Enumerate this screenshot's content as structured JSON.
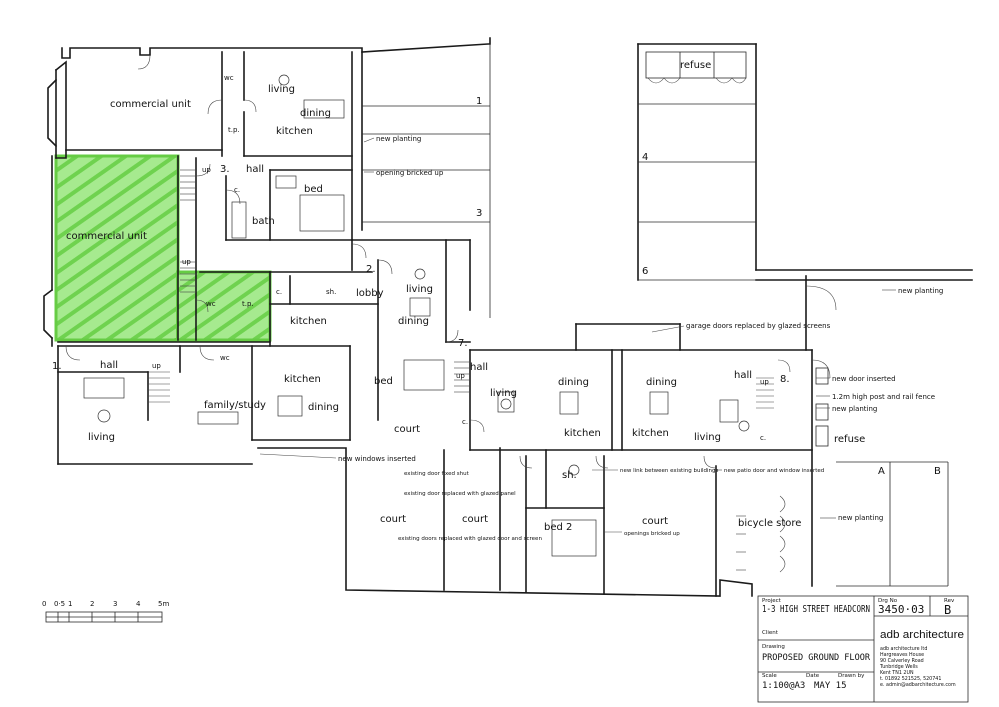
{
  "rooms": {
    "commercial_unit_1": "commercial unit",
    "commercial_unit_2": "commercial unit",
    "wc_1": "wc",
    "tp_1": "t.p.",
    "living_1": "living",
    "dining_1": "dining",
    "kitchen_1": "kitchen",
    "hall_3": "hall",
    "unit_3": "3.",
    "up_1": "up",
    "c_1": "c.",
    "bed_1": "bed",
    "bath_1": "bath",
    "up_2": "up",
    "wc_2": "wc",
    "tp_2": "t.p.",
    "c_2": "c.",
    "sh_1": "sh.",
    "lobby": "lobby",
    "unit_2": "2.",
    "kitchen_2": "kitchen",
    "living_2": "living",
    "dining_2": "dining",
    "bed_2a": "bed",
    "court_1": "court",
    "unit_1": "1.",
    "hall_1": "hall",
    "up_3": "up",
    "wc_3": "wc",
    "kitchen_3": "kitchen",
    "dining_3": "dining",
    "family_study": "family/study",
    "living_3": "living",
    "unit_7": "7.",
    "hall_7": "hall",
    "up_7": "up",
    "c_7": "c.",
    "living_7": "living",
    "dining_7": "dining",
    "kitchen_7": "kitchen",
    "dining_8": "dining",
    "kitchen_8": "kitchen",
    "living_8": "living",
    "hall_8": "hall",
    "up_8": "up",
    "unit_8": "8.",
    "c_8": "c.",
    "sh_2": "sh.",
    "bed_2": "bed 2",
    "court_2": "court",
    "court_3": "court",
    "court_4": "court",
    "bicycle_store": "bicycle store",
    "refuse_1": "refuse",
    "refuse_2": "refuse",
    "bay_1": "1",
    "bay_3": "3",
    "bay_4": "4",
    "bay_6": "6",
    "bay_a": "A",
    "bay_b": "B"
  },
  "annotations": {
    "new_planting_1": "new planting",
    "opening_bricked_up_1": "opening bricked up",
    "new_planting_2": "new planting",
    "garage_doors": "garage doors replaced by glazed screens",
    "new_door_inserted": "new door inserted",
    "post_rail_fence": "1.2m high post and rail fence",
    "new_planting_3": "new planting",
    "new_windows_inserted": "new windows inserted",
    "door_fixed_shut": "existing door fixed shut",
    "door_glazed_panel": "existing door replaced with glazed panel",
    "doors_glazed_screen": "existing doors replaced with glazed door and screen",
    "new_link": "new link between existing buildings",
    "new_patio_door": "new patio door and window inserted",
    "openings_bricked_up": "openings bricked up",
    "new_planting_4": "new planting"
  },
  "scale_bar": {
    "labels": [
      "0",
      "0·5",
      "1",
      "2",
      "3",
      "4",
      "5m"
    ]
  },
  "title_block": {
    "project_label": "Project",
    "project": "1-3 HIGH STREET HEADCORN",
    "client_label": "Client",
    "drawing_label": "Drawing",
    "drawing": "PROPOSED GROUND FLOOR",
    "scale_label": "Scale",
    "scale": "1:100@A3",
    "date_label": "Date",
    "date": "MAY 15",
    "drawn_by_label": "Drawn by",
    "drg_no_label": "Drg No",
    "drg_no": "3450·03",
    "rev_label": "Rev",
    "rev": "B",
    "firm_logo": "adb architecture",
    "address": [
      "adb architecture ltd",
      "Hargreaves House",
      "90 Calverley Road",
      "Tunbridge Wells",
      "Kent TN1 2UN",
      "t. 01892 521525, 520741",
      "e. admin@adbarchitecture.com"
    ]
  },
  "colors": {
    "highlight": "#86df6c",
    "ink": "#1a1a1a"
  }
}
